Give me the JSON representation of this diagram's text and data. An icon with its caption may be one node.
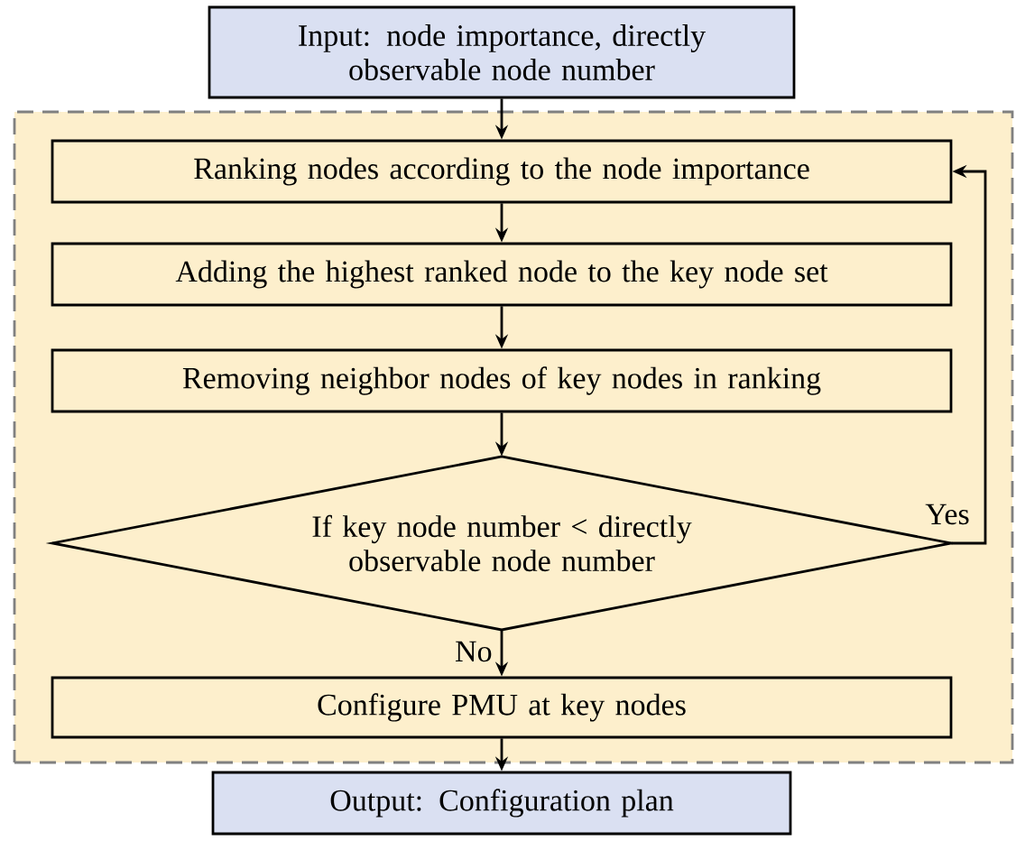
{
  "diagram": {
    "nodes": [
      {
        "text": [
          "Input: node importance, directly observable node number"
        ]
      },
      {
        "text": [],
        "shape": "box"
      },
      {
        "text": [
          "Ranking nodes according to the node importance"
        ],
        "in": 1
      },
      {
        "text": [
          "Adding the highest ranked node to the key node set"
        ],
        "in": 1
      },
      {
        "text": [
          "Removing neighbor nodes of key nodes in ranking"
        ],
        "in": 1
      },
      {
        "text": [
          "If key node number < directly observable node number"
        ],
        "in": 1
      },
      {
        "text": [
          "Configure PMU at key nodes"
        ],
        "in": 1
      },
      {
        "text": [
          "Output: Configuration plan"
        ]
      }
    ],
    "edges": [
      {
        "from": 0,
        "to": 2,
        "arrow": "to"
      },
      {
        "from": 2,
        "to": 3,
        "arrow": "to"
      },
      {
        "from": 3,
        "to": 4,
        "arrow": "to"
      },
      {
        "from": 4,
        "to": 5,
        "arrow": "to"
      },
      {
        "from": 5,
        "to": 2,
        "arrow": "to",
        "label": "Yes"
      },
      {
        "from": 5,
        "to": 6,
        "arrow": "to",
        "label": "No"
      },
      {
        "from": 6,
        "to": 7,
        "arrow": "to"
      }
    ]
  }
}
